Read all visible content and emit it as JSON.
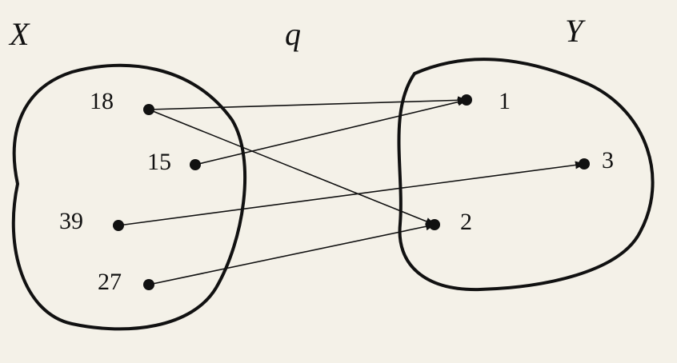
{
  "diagram": {
    "set_x_label": "X",
    "set_y_label": "Y",
    "relation_label": "q",
    "colors": {
      "ink": "#111111",
      "background": "#f4f1e8"
    },
    "domain_elements": [
      "18",
      "15",
      "39",
      "27"
    ],
    "codomain_elements": [
      "1",
      "3",
      "2"
    ],
    "mappings": [
      {
        "from": "18",
        "to": "1"
      },
      {
        "from": "18",
        "to": "2"
      },
      {
        "from": "15",
        "to": "1"
      },
      {
        "from": "39",
        "to": "3"
      },
      {
        "from": "27",
        "to": "2"
      }
    ]
  }
}
